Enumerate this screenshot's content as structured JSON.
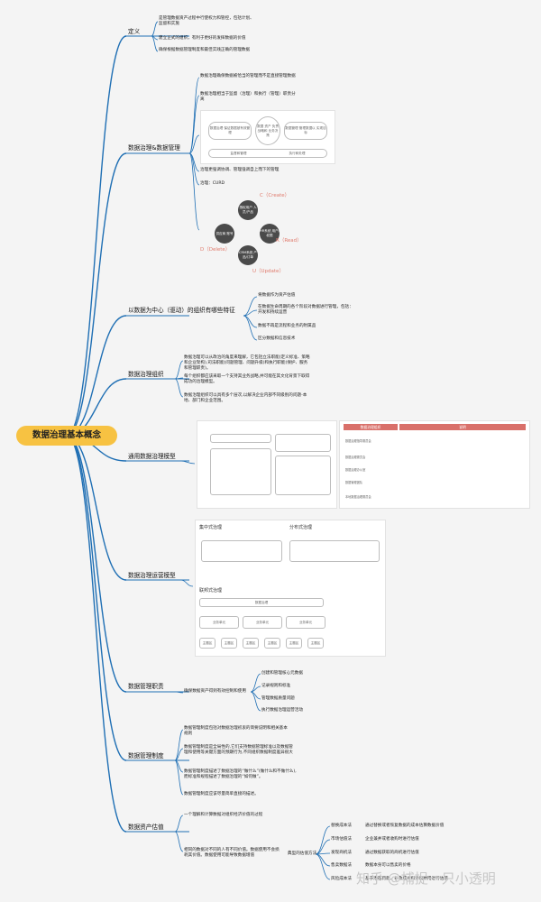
{
  "root": "数据治理基本概念",
  "branches": [
    {
      "label": "定义",
      "leaves": [
        "是管理数据资产过程中行使权力和管控，包括计划、监督和实施",
        "建立正式的组织，有利于更好的发挥数据的价值",
        "确保根据数据管理制度和最佳实践正确的管理数据"
      ]
    },
    {
      "label": "数据治理&数据管理",
      "leaves": [
        "数据治理确保数据被恰当的管理而不是直接管理数据",
        "数据治理相当于监督（治理）和执行（管理）职责分离",
        "治理更强调协调、管理强调自上而下的管理",
        "治理：CURD"
      ]
    },
    {
      "label": "以数据为中心（驱动）的组织有哪些特征",
      "leaves": [
        "将数据作为资产估值",
        "在数据生命周期的各个阶段对数据进行管理，包括：开发和持续运营",
        "数据不再是流程和业务的附属品",
        "区分数据和信息技术"
      ]
    },
    {
      "label": "数据治理组织",
      "leaves": [
        "数据治理可以从政治的角度来理解，它包括立法职能(定义标准、策略和企业架构),司法职能(问题管理、问题升级)和执行职能(保护、服务和管理职责)。",
        "每个组织都应该采取一个支持其业务战略,并可能在其文化背景下取得成功的治理模型。",
        "数据治理组织可以具有多个层次,以解决企业内部不同级别的问题-本地、部门和企业范围。"
      ]
    },
    {
      "label": "通用数据治理模型",
      "leaves": []
    },
    {
      "label": "数据治理运营模型",
      "leaves": []
    },
    {
      "label": "数据管理职责",
      "leaves": [
        "确保数据资产得到有效控制和使用"
      ],
      "sub": [
        "创建和管理核心元数据",
        "记录规则和标准",
        "管理数据质量问题",
        "执行数据治理运营活动"
      ]
    },
    {
      "label": "数据管理制度",
      "leaves": [
        "数据管理制度包括对数据治理初衷的简要说明和相关基本规则",
        "数据管理制度是全局性的,它们支持数据管理标准以及数据管理和使用等关键方面的预期行为,不同组织数据制度差异很大",
        "数据管理制度描述了数据治理的“做什么”(做什么和不做什么),而标准和规程描述了数据治理的“如何做”。",
        "数据管理制度应该尽量简单直接的描述。"
      ]
    },
    {
      "label": "数据资产估值",
      "leaves": [
        "一个理解和计算数据对组织经济价值的过程",
        "相同的数据对不同的人有不同价值。数据使用不会损耗其价值。数据使用可能导致数据增值"
      ],
      "method": "典型的估值方法",
      "sub": [
        [
          "替换成本法",
          "通过替换或者恢复数据的成本估算数据价值"
        ],
        [
          "市场估值法",
          "企业兼并或者收购时进行估值"
        ],
        [
          "发现商机法",
          "通过数据获取的商机进行估值"
        ],
        [
          "售卖数据法",
          "数据本身可以售卖的价格"
        ],
        [
          "风险成本法",
          "基于潜在罚款、补救成本和诉讼费用进行估值"
        ]
      ]
    }
  ],
  "figure1": {
    "c1": "数据治理\n保证数据被有效管理",
    "c2": "数据\n资产\n负责战略和\n业务决策",
    "c3": "数据管理\n管理数据以\n实现目标",
    "b1": "监督和管理",
    "b2": "执行和处理"
  },
  "figure2": {
    "create": "C（Create）",
    "read": "R（Read）",
    "update": "U（Update）",
    "delete": "D（Delete）",
    "n1": "授权用户\n人员/产品",
    "n2": "HR系统\n用户/权限",
    "n3": "CRM系统\n产品/订单",
    "n4": "供应商\n账号"
  },
  "figure3": {
    "header1": "数据治理组织",
    "header2": "说明",
    "rows": [
      "数据治理指导委员会",
      "数据治理委员会",
      "数据治理办公室",
      "数据管理团队",
      "本地数据治理委员会"
    ]
  },
  "figure4": {
    "t1": "集中式治理",
    "t2": "分布式治理",
    "t3": "联邦式治理",
    "a": "业务单元",
    "b": "主题区",
    "c": "数据治理"
  },
  "watermark": "知乎 @捕捉一只小透明"
}
